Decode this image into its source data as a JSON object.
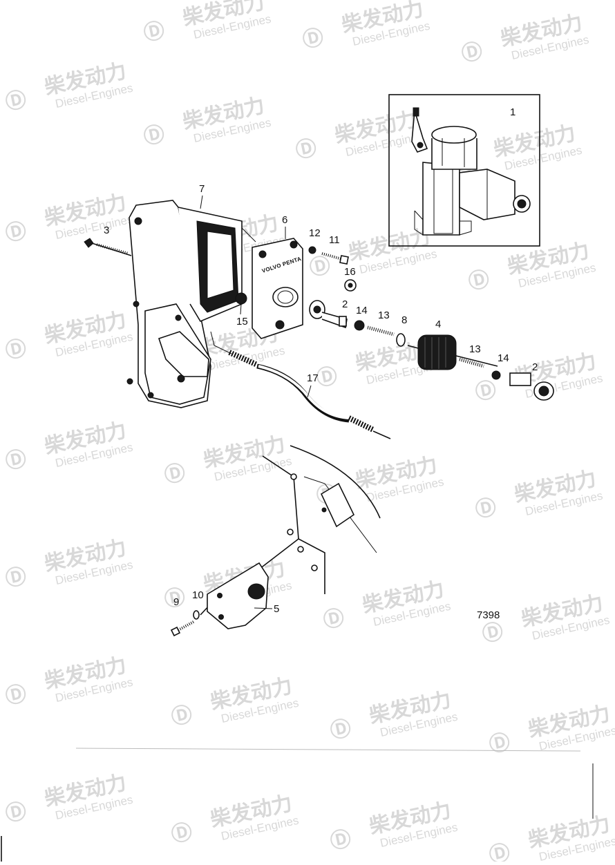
{
  "drawing": {
    "reference_number": "7398",
    "brand_marking": "VOLVO PENTA",
    "part_labels": [
      "1",
      "2",
      "2",
      "3",
      "4",
      "5",
      "6",
      "7",
      "8",
      "9",
      "10",
      "11",
      "12",
      "13",
      "13",
      "14",
      "14",
      "15",
      "16",
      "17"
    ]
  },
  "watermark": {
    "chinese": "柴发动力",
    "english": "Diesel-Engines"
  }
}
